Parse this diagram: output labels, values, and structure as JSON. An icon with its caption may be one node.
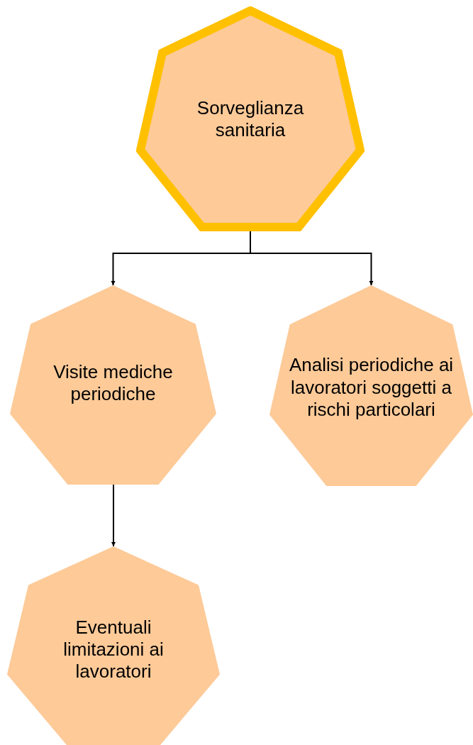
{
  "diagram": {
    "nodes": [
      {
        "text": [
          "Sorveglianza sanitaria"
        ]
      },
      {
        "text": [
          "Visite mediche periodiche"
        ]
      },
      {
        "text": [
          "Analisi periodiche ai lavoratori soggetti a rischi particolari"
        ]
      },
      {
        "text": [
          "Eventuali limitazioni ai lavoratori"
        ]
      }
    ],
    "edges": [
      {
        "from": 0,
        "to": 1,
        "arrow": "to"
      },
      {
        "from": 0,
        "to": 2,
        "arrow": "to"
      },
      {
        "from": 1,
        "to": 3,
        "arrow": "to"
      }
    ]
  }
}
